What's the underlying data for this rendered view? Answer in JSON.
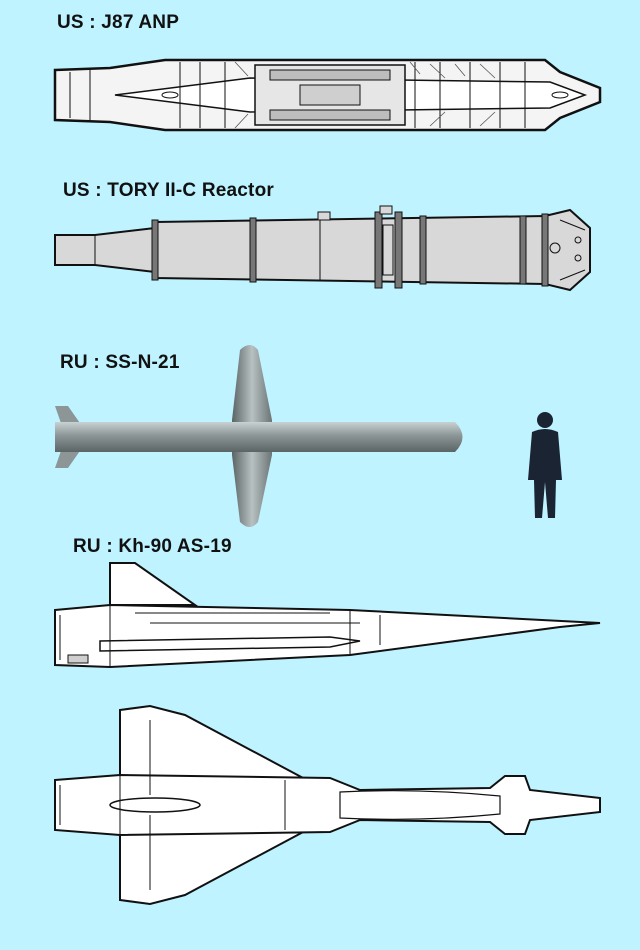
{
  "labels": {
    "j87": "US : J87 ANP",
    "tory": "US : TORY II-C Reactor",
    "ssn21": "RU : SS-N-21",
    "kh90": "RU : Kh-90 AS-19"
  },
  "colors": {
    "background": "#bff3ff",
    "outline": "#111111",
    "body_fill": "#d8d8d8",
    "missile_fill": "#9aa6a6",
    "white_fill": "#ffffff",
    "person": "#1a2433"
  }
}
